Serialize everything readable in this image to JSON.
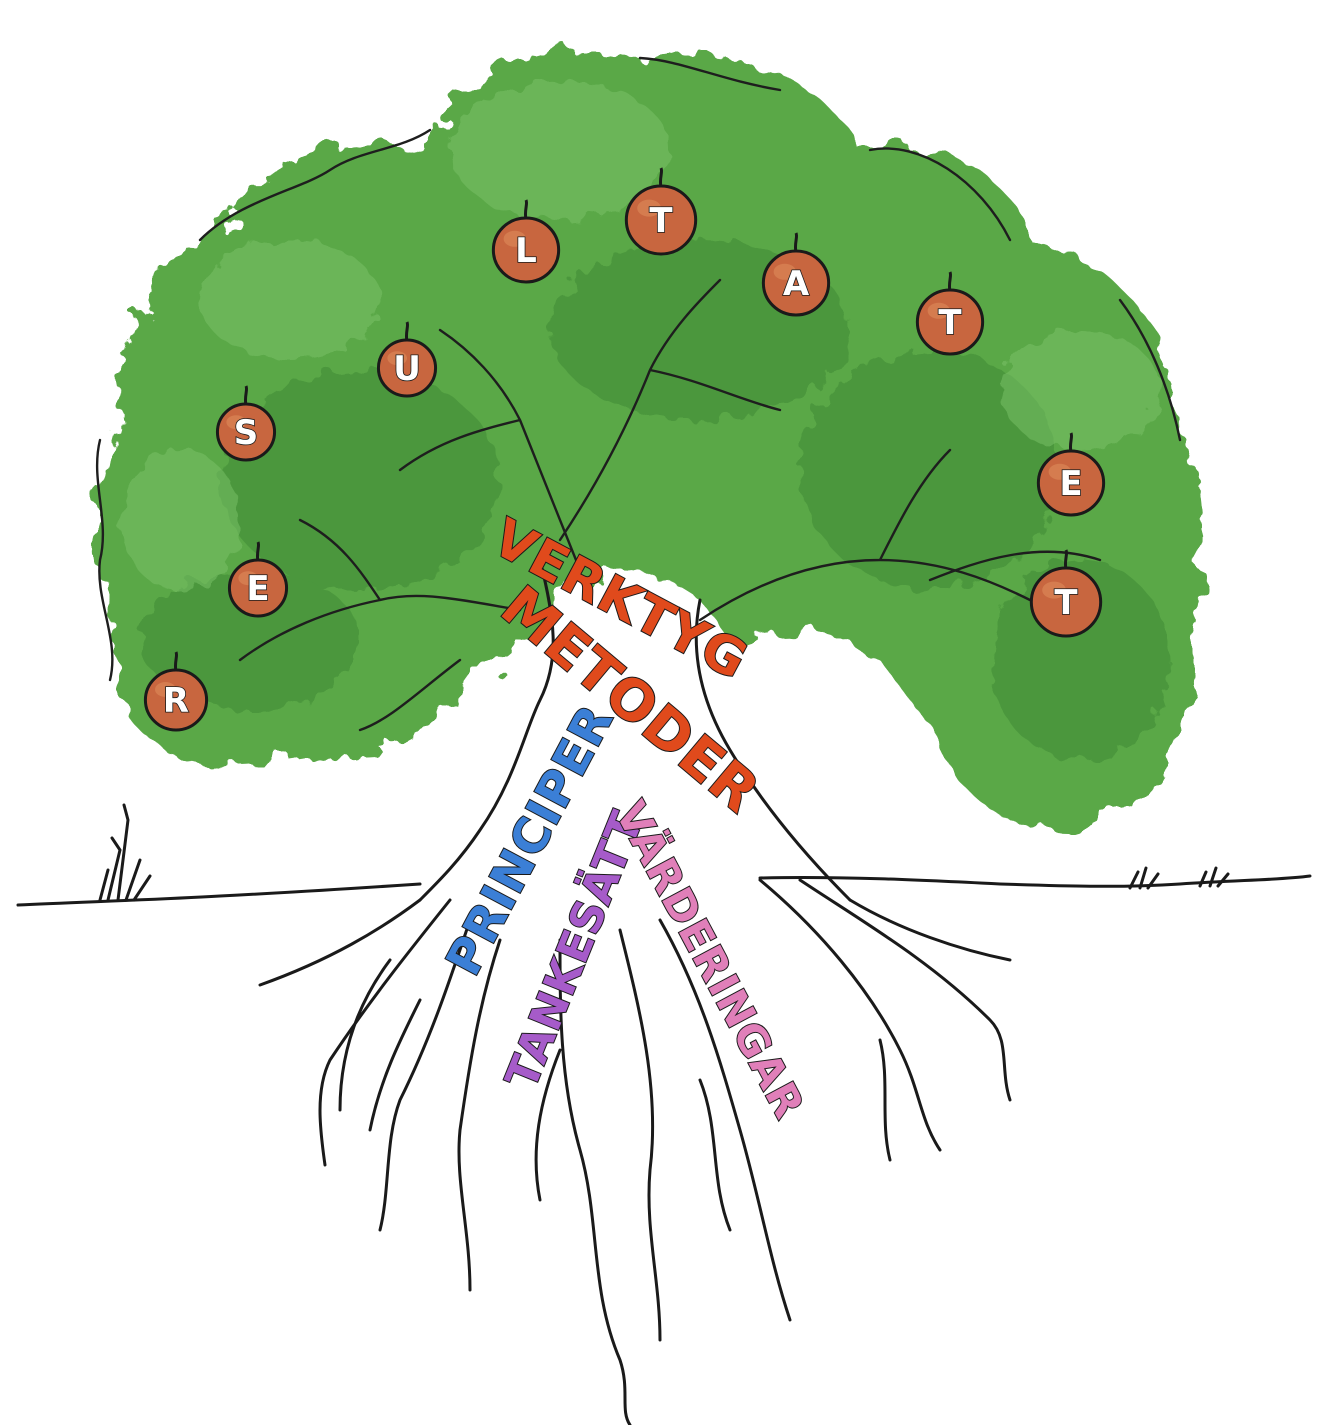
{
  "colors": {
    "foliage_light": "#7cc36a",
    "foliage_mid": "#5aa847",
    "foliage_dark": "#3f8a35",
    "apple": "#c8663f",
    "apple_light": "#dd8a5a",
    "verktyg": "#e04a1c",
    "principer": "#3b7fd6",
    "tankesatt": "#a65bc9",
    "varderingar": "#e07fb9",
    "ink": "#1a1a1a"
  },
  "fruit_letters": [
    "R",
    "E",
    "S",
    "U",
    "L",
    "T",
    "A",
    "T",
    "E",
    "T"
  ],
  "trunk_words": {
    "verktyg": "VERKTYG",
    "metoder": "METODER",
    "principer": "PRINCIPER",
    "tankesatt": "TANKESÄTT",
    "varderingar": "VÄRDERINGAR"
  },
  "icons": [
    "tree-icon",
    "apple-icon",
    "grass-tuft-icon"
  ]
}
